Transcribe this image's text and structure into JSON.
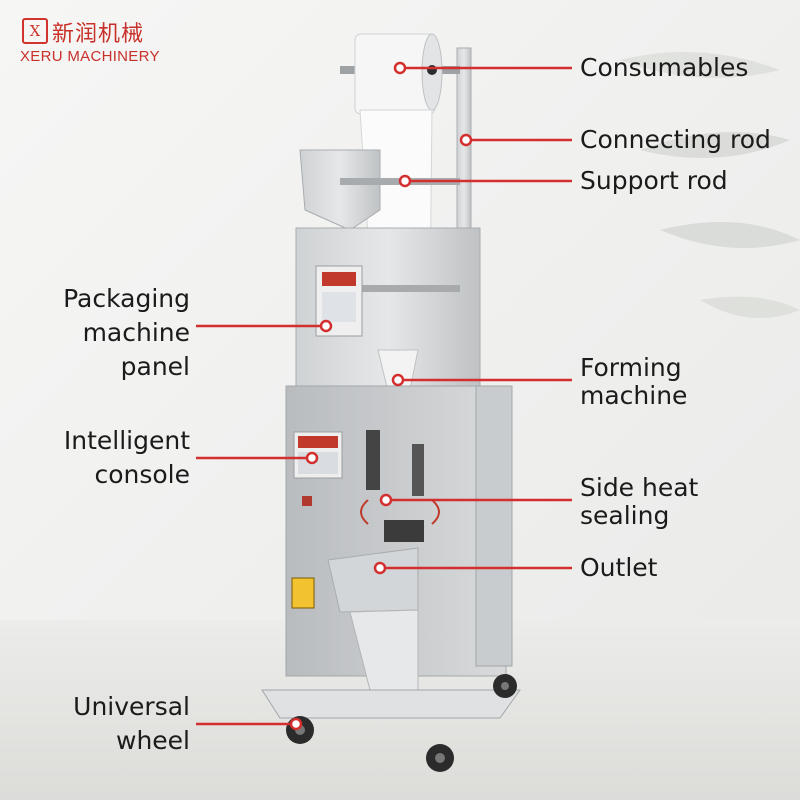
{
  "brand": {
    "logo_mark": "X",
    "name_cn": "新润机械",
    "name_en": "XERU MACHINERY"
  },
  "colors": {
    "accent_red": "#d32f2f",
    "label_text": "#1b1b1b",
    "brand_red": "#c8302a",
    "machine_steel": "#d6d8da",
    "background": "#f3f3f2"
  },
  "callouts": {
    "consumables": "Consumables",
    "connecting_rod": "Connecting rod",
    "support_rod": "Support rod",
    "packaging_panel": [
      "Packaging",
      "machine",
      "panel"
    ],
    "forming_machine": [
      "Forming",
      "machine"
    ],
    "intelligent_console": [
      "Intelligent",
      "console"
    ],
    "side_heat_sealing": [
      "Side heat",
      "sealing"
    ],
    "outlet": "Outlet",
    "universal_wheel": [
      "Universal",
      "wheel"
    ]
  }
}
